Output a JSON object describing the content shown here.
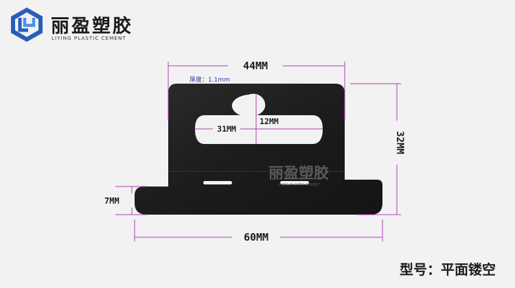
{
  "brand": {
    "name_cn": "丽盈塑胶",
    "name_en": "LIYING PLASTIC CEMENT",
    "logo_icon": "ly-logo-icon",
    "logo_color": "#2a5db8"
  },
  "product": {
    "thickness": "厚度：1.1mm",
    "watermark_cn": "丽盈塑胶",
    "watermark_en": "LIYING PLASTIC CEMENT",
    "color": "#1e1e1e"
  },
  "dimensions": {
    "top_width": "44MM",
    "slot_width": "31MM",
    "slot_height": "12MM",
    "total_height": "32MM",
    "base_height": "7MM",
    "base_width": "60MM",
    "line_color": "#b23ab8"
  },
  "model": {
    "label": "型号：平面镂空"
  }
}
